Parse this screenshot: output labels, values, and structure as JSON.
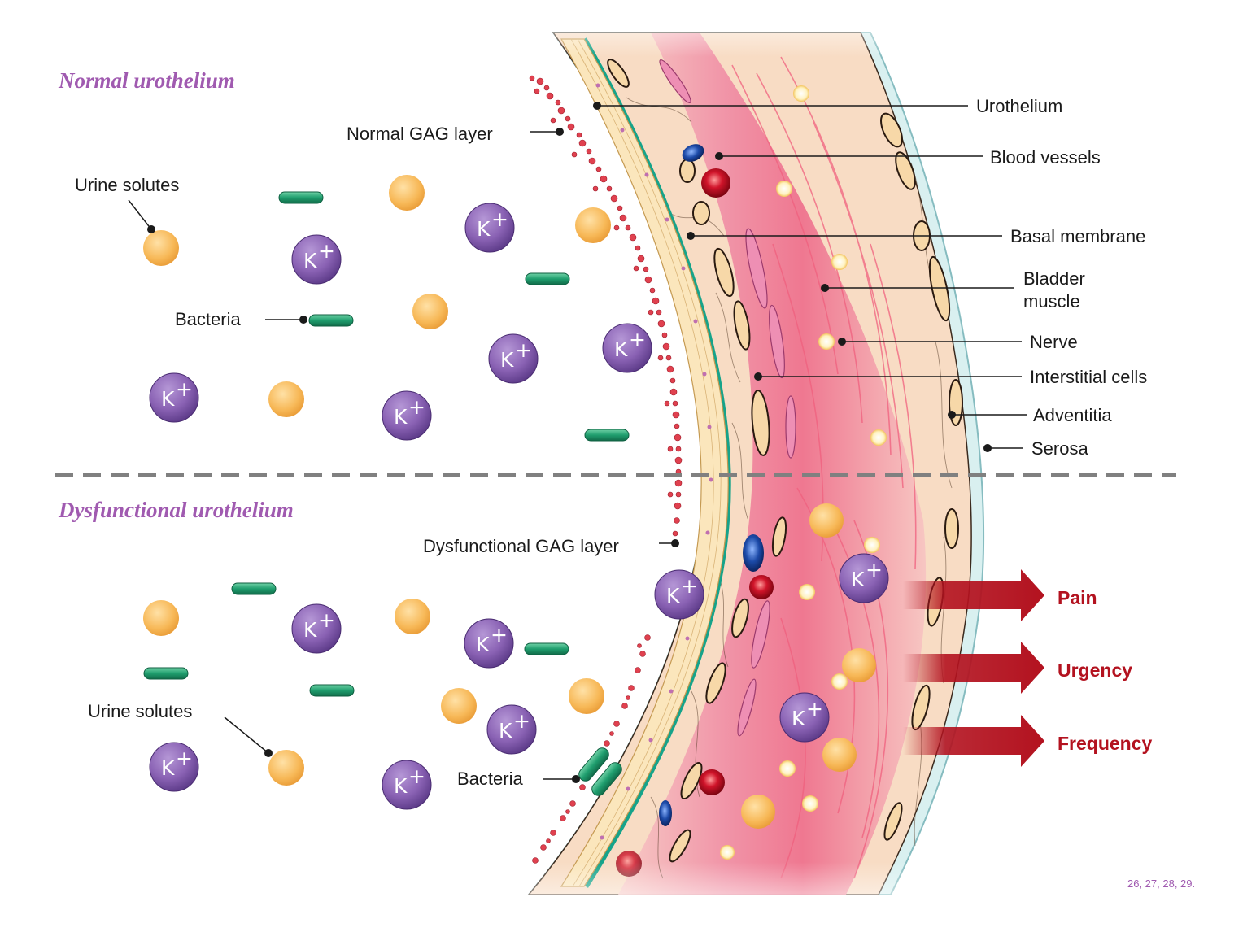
{
  "sections": {
    "normal": "Normal urothelium",
    "dysfunctional": "Dysfunctional urothelium"
  },
  "labels": {
    "normal_gag": "Normal GAG layer",
    "urine_solutes_top": "Urine solutes",
    "bacteria_top": "Bacteria",
    "dysfunctional_gag": "Dysfunctional GAG layer",
    "urine_solutes_bottom": "Urine solutes",
    "bacteria_bottom": "Bacteria",
    "urothelium": "Urothelium",
    "blood_vessels": "Blood vessels",
    "basal_membrane": "Basal membrane",
    "bladder_muscle_1": "Bladder",
    "bladder_muscle_2": "muscle",
    "nerve": "Nerve",
    "interstitial_cells": "Interstitial cells",
    "adventitia": "Adventitia",
    "serosa": "Serosa"
  },
  "effects": [
    "Pain",
    "Urgency",
    "Frequency"
  ],
  "ion": {
    "letter": "K",
    "sign": "+"
  },
  "references": "26, 27, 28, 29.",
  "colors": {
    "section_title": "#a05ab0",
    "effect_arrow": "#b3121f",
    "potassium": "#7b4fa6",
    "solute": "#f5b14a",
    "bacteria": "#1f9e6e",
    "basal_membrane": "#16a38a",
    "muscle": "#f07c95",
    "tissue": "#f8dcc4"
  }
}
